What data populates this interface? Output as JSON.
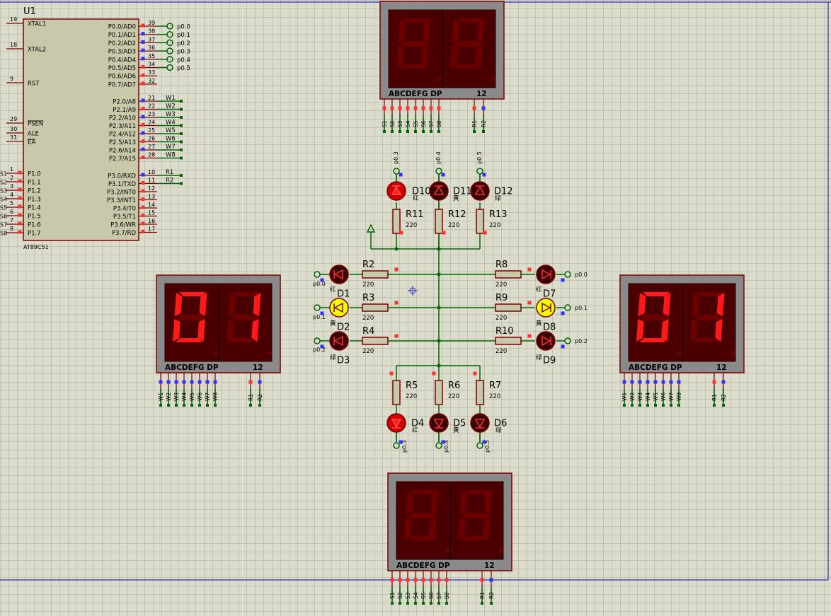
{
  "colors": {
    "background": "#dcdccc",
    "grid": "#c6c6b4",
    "border": "#0000c0",
    "wire": "#006400",
    "component_outline": "#7a0000",
    "chip_fill": "#c8c8aa",
    "display_frame": "#8a8a8a",
    "display_face": "#4a0000",
    "segment_on": "#ff1a1a",
    "segment_off": "#6a0000",
    "led_red_on": "#cc0000",
    "led_yellow_on": "#ffff00",
    "led_off": "#3a0000",
    "pin_red": "#ff3030",
    "pin_blue": "#3030ff"
  },
  "chip": {
    "ref": "U1",
    "part": "AT89C51",
    "left_pins": [
      {
        "num": "19",
        "name": "XTAL1",
        "net": ""
      },
      {
        "num": "18",
        "name": "XTAL2",
        "net": ""
      },
      {
        "num": "9",
        "name": "RST",
        "net": ""
      },
      {
        "num": "29",
        "name": "PSEN",
        "net": ""
      },
      {
        "num": "30",
        "name": "ALE",
        "net": ""
      },
      {
        "num": "31",
        "name": "EA",
        "net": ""
      },
      {
        "num": "1",
        "name": "P1.0",
        "net": "S1"
      },
      {
        "num": "2",
        "name": "P1.1",
        "net": "S2"
      },
      {
        "num": "3",
        "name": "P1.2",
        "net": "S3"
      },
      {
        "num": "4",
        "name": "P1.3",
        "net": "S4"
      },
      {
        "num": "5",
        "name": "P1.4",
        "net": "S5"
      },
      {
        "num": "6",
        "name": "P1.5",
        "net": "S6"
      },
      {
        "num": "7",
        "name": "P1.6",
        "net": "S7"
      },
      {
        "num": "8",
        "name": "P1.7",
        "net": "S8"
      }
    ],
    "right_pins": [
      {
        "num": "39",
        "name": "P0.0/AD0",
        "net": "p0.0"
      },
      {
        "num": "38",
        "name": "P0.1/AD1",
        "net": "p0.1"
      },
      {
        "num": "37",
        "name": "P0.2/AD2",
        "net": "p0.2"
      },
      {
        "num": "36",
        "name": "P0.3/AD3",
        "net": "p0.3"
      },
      {
        "num": "35",
        "name": "P0.4/AD4",
        "net": "p0.4"
      },
      {
        "num": "34",
        "name": "P0.5/AD5",
        "net": "p0.5"
      },
      {
        "num": "33",
        "name": "P0.6/AD6",
        "net": ""
      },
      {
        "num": "32",
        "name": "P0.7/AD7",
        "net": ""
      },
      {
        "num": "21",
        "name": "P2.0/A8",
        "net": "W1"
      },
      {
        "num": "22",
        "name": "P2.1/A9",
        "net": "W2"
      },
      {
        "num": "23",
        "name": "P2.2/A10",
        "net": "W3"
      },
      {
        "num": "24",
        "name": "P2.3/A11",
        "net": "W4"
      },
      {
        "num": "25",
        "name": "P2.4/A12",
        "net": "W5"
      },
      {
        "num": "26",
        "name": "P2.5/A13",
        "net": "W6"
      },
      {
        "num": "27",
        "name": "P2.6/A14",
        "net": "W7"
      },
      {
        "num": "28",
        "name": "P2.7/A15",
        "net": "W8"
      },
      {
        "num": "10",
        "name": "P3.0/RXD",
        "net": "R1"
      },
      {
        "num": "11",
        "name": "P3.1/TXD",
        "net": "R2"
      },
      {
        "num": "12",
        "name": "P3.2/INT0",
        "net": ""
      },
      {
        "num": "13",
        "name": "P3.3/INT1",
        "net": ""
      },
      {
        "num": "14",
        "name": "P3.4/T0",
        "net": ""
      },
      {
        "num": "15",
        "name": "P3.5/T1",
        "net": ""
      },
      {
        "num": "16",
        "name": "P3.6/WR",
        "net": ""
      },
      {
        "num": "17",
        "name": "P3.7/RD",
        "net": ""
      }
    ]
  },
  "displays": [
    {
      "id": "top",
      "label": "ABCDEFG  DP",
      "digits_label": "12",
      "value": "88",
      "lit": false,
      "seg_pins": [
        "S1",
        "S2",
        "S3",
        "S4",
        "S5",
        "S6",
        "S7",
        "S8"
      ],
      "dig_pins": [
        "R1",
        "R2"
      ]
    },
    {
      "id": "left",
      "label": "ABCDEFG  DP",
      "digits_label": "12",
      "value": "01",
      "lit": true,
      "seg_pins": [
        "W1",
        "W2",
        "W3",
        "W4",
        "W5",
        "W6",
        "W7",
        "W8"
      ],
      "dig_pins": [
        "R1",
        "R2"
      ]
    },
    {
      "id": "right",
      "label": "ABCDEFG  DP",
      "digits_label": "12",
      "value": "01",
      "lit": true,
      "seg_pins": [
        "W1",
        "W2",
        "W3",
        "W4",
        "W5",
        "W6",
        "W7",
        "W8"
      ],
      "dig_pins": [
        "R1",
        "R2"
      ]
    },
    {
      "id": "bottom",
      "label": "ABCDEFG  DP",
      "digits_label": "12",
      "value": "88",
      "lit": false,
      "seg_pins": [
        "S1",
        "S2",
        "S3",
        "S4",
        "S5",
        "S6",
        "S7",
        "S8"
      ],
      "dig_pins": [
        "R1",
        "R2"
      ]
    }
  ],
  "resistors": [
    {
      "ref": "R11",
      "value": "220"
    },
    {
      "ref": "R12",
      "value": "220"
    },
    {
      "ref": "R13",
      "value": "220"
    },
    {
      "ref": "R2",
      "value": "220"
    },
    {
      "ref": "R3",
      "value": "220"
    },
    {
      "ref": "R4",
      "value": "220"
    },
    {
      "ref": "R8",
      "value": "220"
    },
    {
      "ref": "R9",
      "value": "220"
    },
    {
      "ref": "R10",
      "value": "220"
    },
    {
      "ref": "R5",
      "value": "220"
    },
    {
      "ref": "R6",
      "value": "220"
    },
    {
      "ref": "R7",
      "value": "220"
    }
  ],
  "leds": [
    {
      "ref": "D10",
      "color_label": "红",
      "net": "p0.3",
      "lit": "red"
    },
    {
      "ref": "D11",
      "color_label": "黄",
      "net": "p0.4",
      "lit": ""
    },
    {
      "ref": "D12",
      "color_label": "绿",
      "net": "p0.5",
      "lit": ""
    },
    {
      "ref": "D1",
      "color_label": "红",
      "net": "p0.0",
      "lit": ""
    },
    {
      "ref": "D2",
      "color_label": "黄",
      "net": "p0.1",
      "lit": "yellow"
    },
    {
      "ref": "D3",
      "color_label": "绿",
      "net": "p0.2",
      "lit": ""
    },
    {
      "ref": "D7",
      "color_label": "红",
      "net": "p0.0",
      "lit": ""
    },
    {
      "ref": "D8",
      "color_label": "黄",
      "net": "p0.1",
      "lit": "yellow"
    },
    {
      "ref": "D9",
      "color_label": "绿",
      "net": "p0.2",
      "lit": ""
    },
    {
      "ref": "D4",
      "color_label": "红",
      "net": "p0.3",
      "lit": "red"
    },
    {
      "ref": "D5",
      "color_label": "黄",
      "net": "p0.4",
      "lit": ""
    },
    {
      "ref": "D6",
      "color_label": "绿",
      "net": "p0.5",
      "lit": ""
    }
  ],
  "icons": {
    "crosshair": "crosshair-icon",
    "power": "power-arrow-icon"
  }
}
